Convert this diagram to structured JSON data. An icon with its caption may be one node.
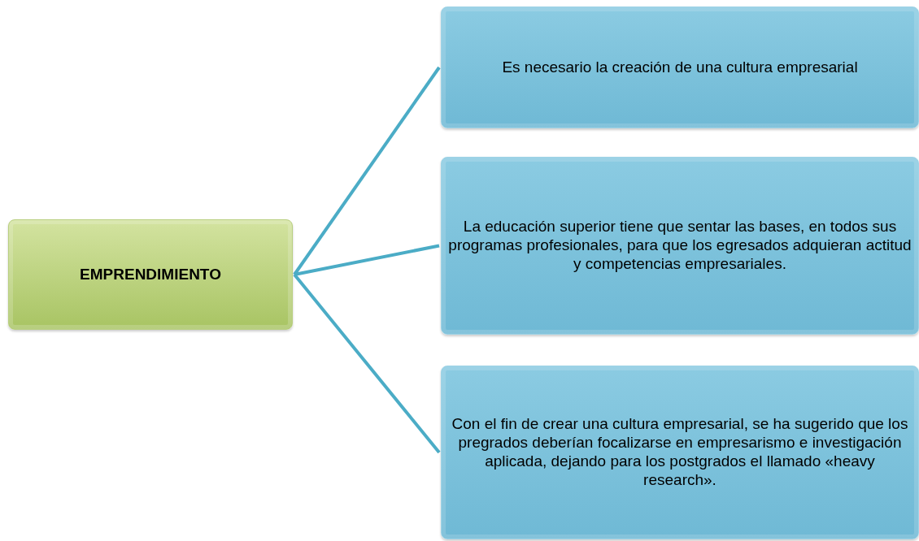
{
  "diagram": {
    "nodes": [
      {
        "text": [
          "EMPRENDIMIENTO"
        ]
      },
      {
        "text": [
          "Es necesario la creación de una cultura empresarial"
        ]
      },
      {
        "text": [
          "La educación superior tiene que sentar las bases, en todos sus programas profesionales, para que los egresados adquieran actitud y competencias empresariales."
        ]
      },
      {
        "text": [
          "Con el fin de crear una cultura empresarial, se ha sugerido que los pregrados deberían focalizarse en empresarismo e investigación aplicada, dejando para los postgrados el llamado «heavy research»."
        ]
      }
    ],
    "edges": [
      {
        "from": 0,
        "to": 1,
        "arrow": "none"
      },
      {
        "from": 0,
        "to": 2,
        "arrow": "none"
      },
      {
        "from": 0,
        "to": 3,
        "arrow": "none"
      }
    ]
  }
}
